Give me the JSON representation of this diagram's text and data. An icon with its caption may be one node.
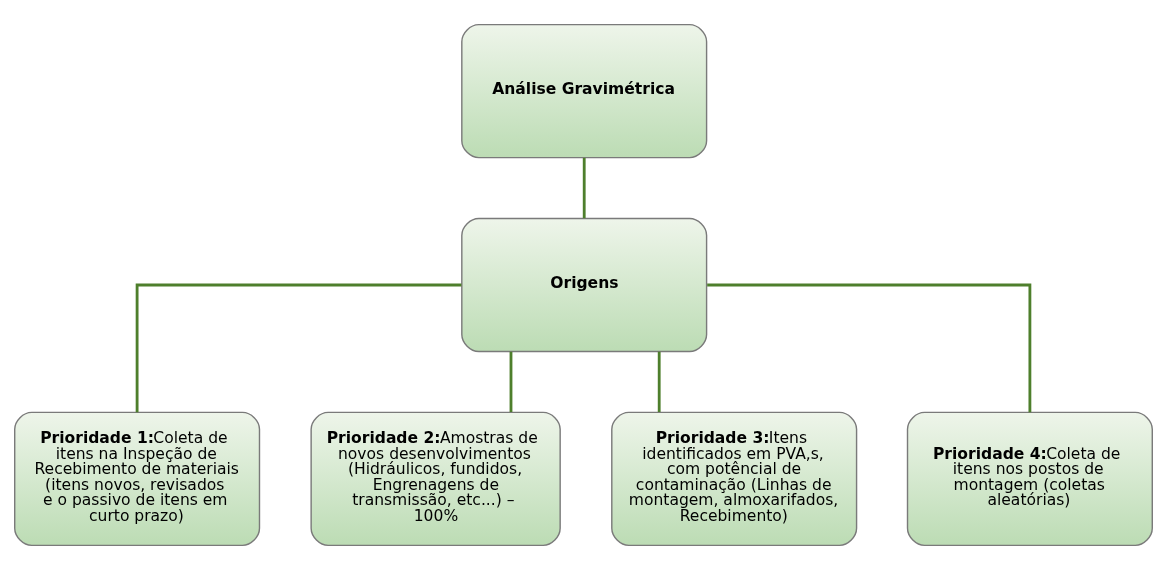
{
  "diagram": {
    "nodes": [
      {
        "text": [
          "Análise Gravimétrica"
        ]
      },
      {
        "text": [
          "Origens"
        ]
      },
      {
        "text": [
          "Prioridade 1:",
          "Coleta de itens na Inspeção de Recebimento de materiais  (itens novos, revisados e o passivo de itens em curto prazo)"
        ]
      },
      {
        "text": [
          "Prioridade 2:",
          "Amostras de novos desenvolvimentos (Hidráulicos, fundidos, Engrenagens de transmissão, etc...) – 100%"
        ]
      },
      {
        "text": [
          "Prioridade 3:",
          "Itens identificados em PVA,s, com potêncial de contaminação (Linhas de montagem, almoxarifados, Recebimento)"
        ]
      },
      {
        "text": [
          "Prioridade 4:",
          "Coleta de itens nos postos de montagem (coletas aleatórias)"
        ]
      }
    ],
    "edges": [
      {
        "from": 0,
        "to": 1,
        "arrow": "none"
      },
      {
        "from": 1,
        "to": 2,
        "arrow": "none"
      },
      {
        "from": 1,
        "to": 3,
        "arrow": "none"
      },
      {
        "from": 1,
        "to": 4,
        "arrow": "none"
      },
      {
        "from": 1,
        "to": 5,
        "arrow": "none"
      }
    ]
  }
}
